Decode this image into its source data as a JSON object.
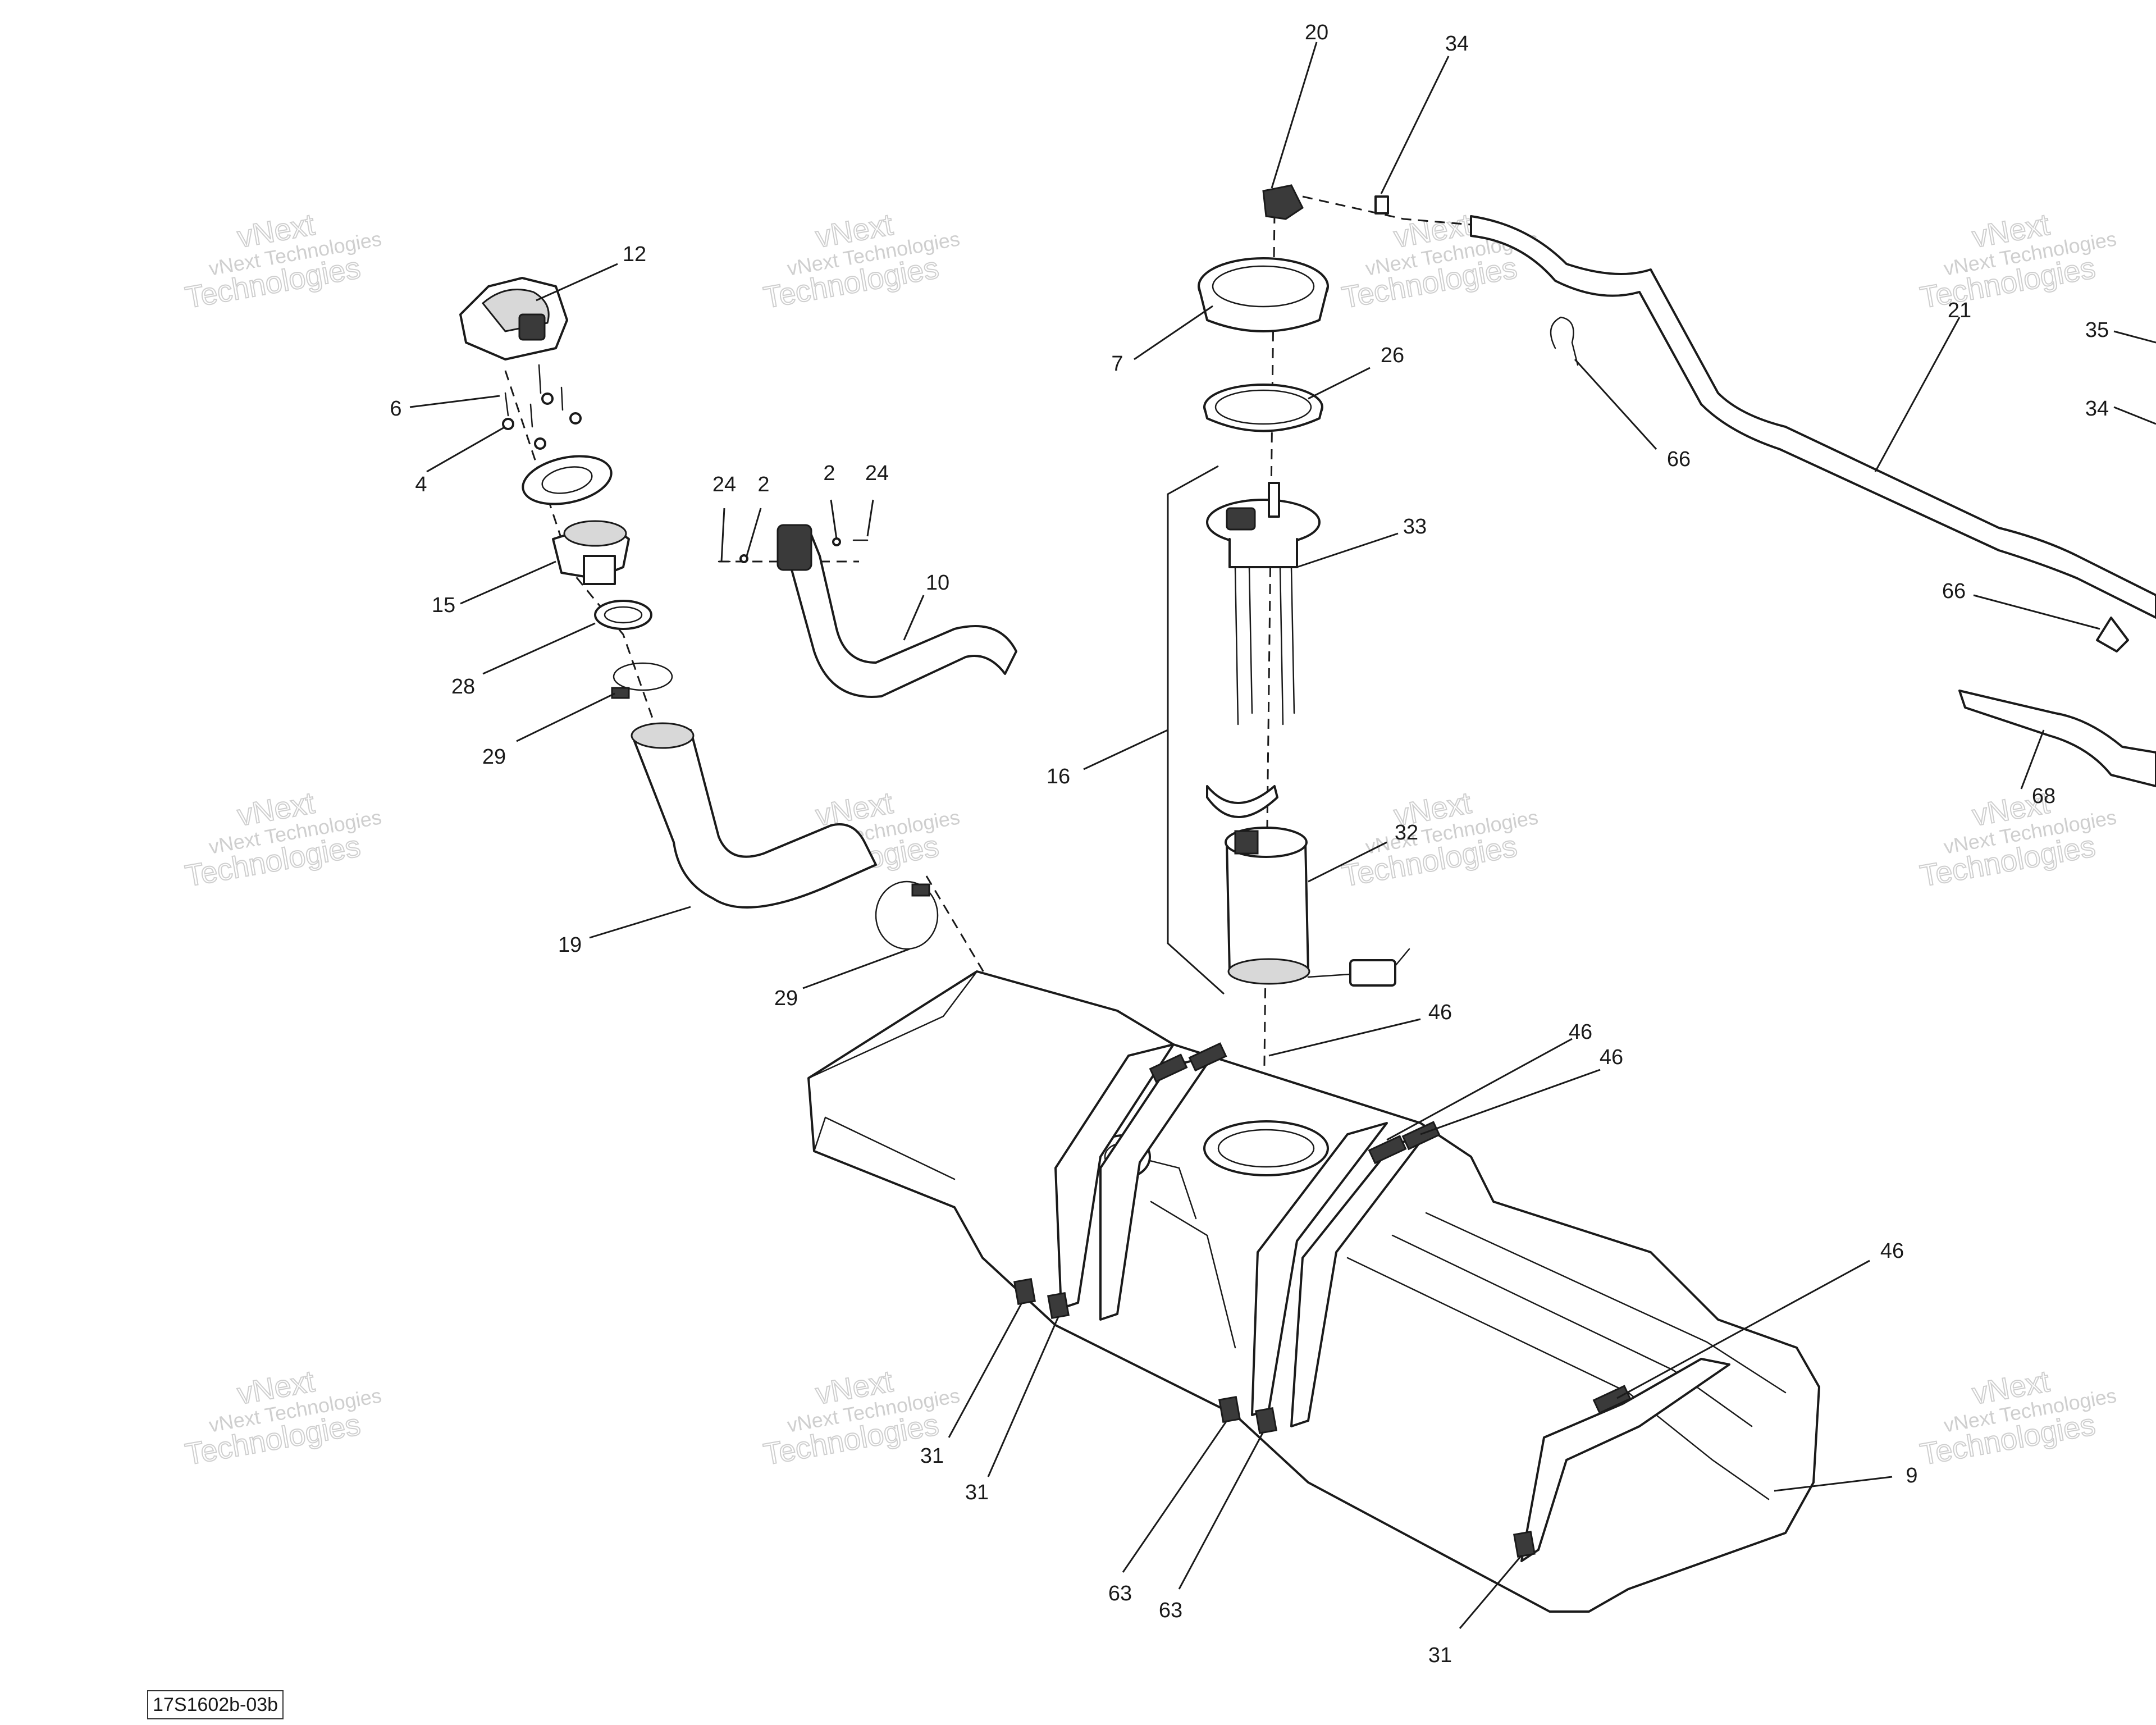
{
  "reference_code": "17S1602b-03b",
  "watermark": {
    "line1": "vNext Technologies",
    "line2": "Technologies",
    "line3": "vNext"
  },
  "callouts": [
    {
      "id": "c20",
      "label": "20"
    },
    {
      "id": "c34a",
      "label": "34"
    },
    {
      "id": "c12",
      "label": "12"
    },
    {
      "id": "c7",
      "label": "7"
    },
    {
      "id": "c26",
      "label": "26"
    },
    {
      "id": "c21",
      "label": "21"
    },
    {
      "id": "c35",
      "label": "35"
    },
    {
      "id": "c34b",
      "label": "34"
    },
    {
      "id": "c6",
      "label": "6"
    },
    {
      "id": "c4",
      "label": "4"
    },
    {
      "id": "c66a",
      "label": "66"
    },
    {
      "id": "c24a",
      "label": "24"
    },
    {
      "id": "c2a",
      "label": "2"
    },
    {
      "id": "c2b",
      "label": "2"
    },
    {
      "id": "c24b",
      "label": "24"
    },
    {
      "id": "c33",
      "label": "33"
    },
    {
      "id": "c66b",
      "label": "66"
    },
    {
      "id": "c15",
      "label": "15"
    },
    {
      "id": "c10",
      "label": "10"
    },
    {
      "id": "c28",
      "label": "28"
    },
    {
      "id": "c29a",
      "label": "29"
    },
    {
      "id": "c16",
      "label": "16"
    },
    {
      "id": "c68",
      "label": "68"
    },
    {
      "id": "c32",
      "label": "32"
    },
    {
      "id": "c19",
      "label": "19"
    },
    {
      "id": "c29b",
      "label": "29"
    },
    {
      "id": "c46a",
      "label": "46"
    },
    {
      "id": "c46b",
      "label": "46"
    },
    {
      "id": "c46c",
      "label": "46"
    },
    {
      "id": "c46d",
      "label": "46"
    },
    {
      "id": "c31a",
      "label": "31"
    },
    {
      "id": "c31b",
      "label": "31"
    },
    {
      "id": "c9",
      "label": "9"
    },
    {
      "id": "c63a",
      "label": "63"
    },
    {
      "id": "c63b",
      "label": "63"
    },
    {
      "id": "c31c",
      "label": "31"
    }
  ]
}
